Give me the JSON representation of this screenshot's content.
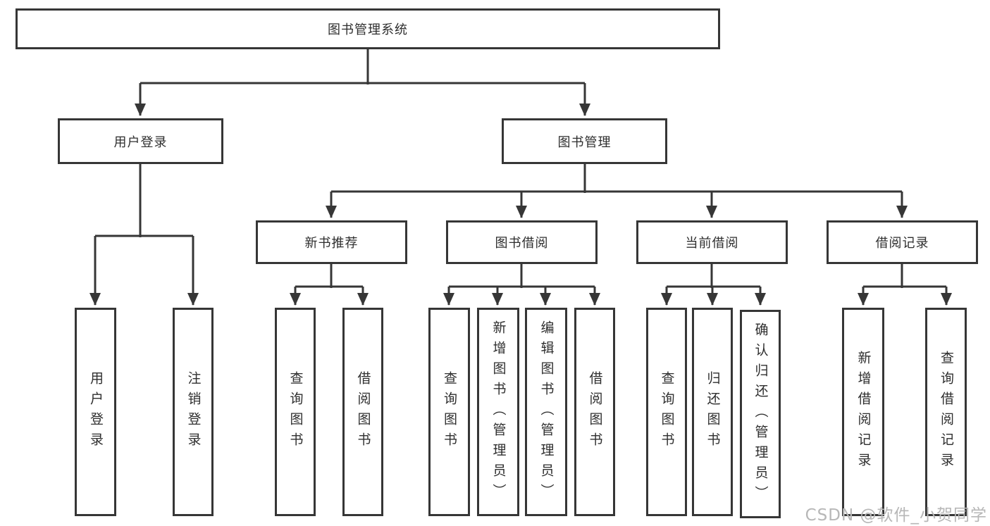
{
  "diagram": {
    "root": "图书管理系统",
    "level2": [
      "用户登录",
      "图书管理"
    ],
    "level3": [
      "新书推荐",
      "图书借阅",
      "当前借阅",
      "借阅记录"
    ],
    "leaves_user_login": [
      "用户登录",
      "注销登录"
    ],
    "leaves_new_book": [
      "查询图书",
      "借阅图书"
    ],
    "leaves_book_borrow": [
      "查询图书",
      "新增图书（管理员）",
      "编辑图书（管理员）",
      "借阅图书"
    ],
    "leaves_current_borrow": [
      "查询图书",
      "归还图书",
      "确认归还（管理员）"
    ],
    "leaves_borrow_record": [
      "新增借阅记录",
      "查询借阅记录"
    ]
  },
  "watermark": "CSDN @软件_小贺同学",
  "colors": {
    "line": "#363636",
    "box_border": "#363636",
    "text": "#2e2e2e",
    "background": "#ffffff",
    "watermark": "#b7b7b7"
  }
}
